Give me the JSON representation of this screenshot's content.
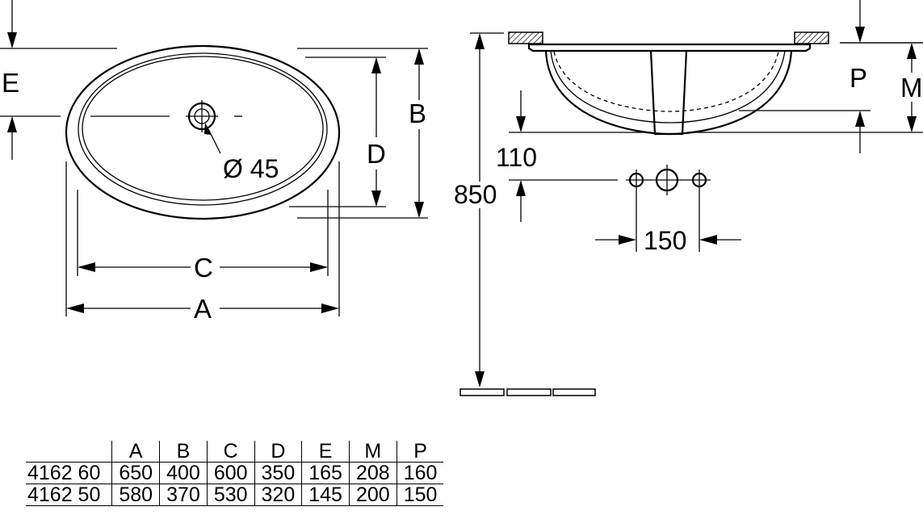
{
  "labels": {
    "e": "E",
    "b": "B",
    "d": "D",
    "c": "C",
    "a": "A",
    "drain_diameter": "Ø 45",
    "p": "P",
    "m": "M",
    "height_850": "850",
    "dim_110": "110",
    "dim_150": "150"
  },
  "table": {
    "headers": [
      "",
      "A",
      "B",
      "C",
      "D",
      "E",
      "M",
      "P"
    ],
    "rows": [
      {
        "model": "4162 60",
        "values": [
          "650",
          "400",
          "600",
          "350",
          "165",
          "208",
          "160"
        ]
      },
      {
        "model": "4162 50",
        "values": [
          "580",
          "370",
          "530",
          "320",
          "145",
          "200",
          "150"
        ]
      }
    ]
  },
  "colors": {
    "line": "#000000",
    "background": "#ffffff"
  }
}
